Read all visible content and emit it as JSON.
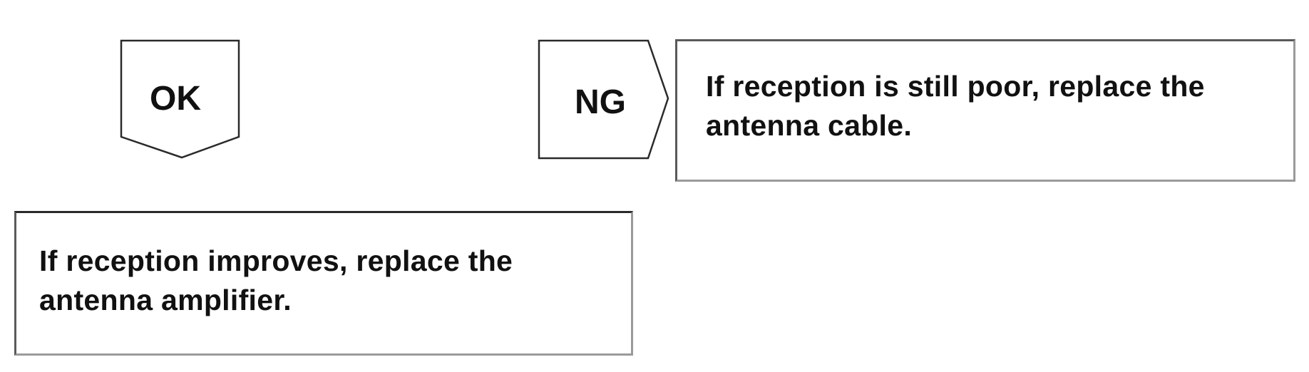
{
  "badges": {
    "ok": "OK",
    "ng": "NG"
  },
  "boxes": {
    "ng": {
      "line1": "If reception is still poor, replace the",
      "line2": "antenna cable."
    },
    "ok": {
      "line1": "If reception improves, replace the",
      "line2": "antenna amplifier."
    }
  }
}
